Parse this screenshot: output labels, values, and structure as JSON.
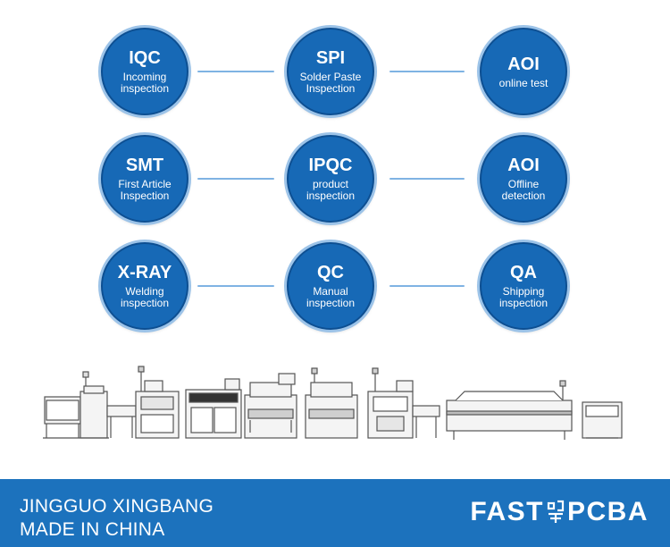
{
  "colors": {
    "circle": "#1769b6",
    "circle_border": "#0d4f92",
    "circle_ring": "#9cc3e8",
    "connector": "#7fb3e3",
    "footer": "#1c72bd",
    "machine_stroke": "#555555",
    "machine_fill": "#f4f4f4"
  },
  "steps": [
    {
      "code": "IQC",
      "line1": "Incoming",
      "line2": "inspection"
    },
    {
      "code": "SPI",
      "line1": "Solder Paste",
      "line2": "Inspection"
    },
    {
      "code": "AOI",
      "line1": "online test",
      "line2": ""
    },
    {
      "code": "SMT",
      "line1": "First Article",
      "line2": "Inspection"
    },
    {
      "code": "IPQC",
      "line1": "product",
      "line2": "inspection"
    },
    {
      "code": "AOI",
      "line1": "Offline",
      "line2": "detection"
    },
    {
      "code": "X-RAY",
      "line1": "Welding",
      "line2": "inspection"
    },
    {
      "code": "QC",
      "line1": "Manual",
      "line2": "inspection"
    },
    {
      "code": "QA",
      "line1": "Shipping",
      "line2": "inspection"
    }
  ],
  "footer": {
    "line1": "JINGGUO XINGBANG",
    "line2": "MADE IN CHINA",
    "logo_left": "FAST",
    "logo_right": "PCBA",
    "logo_mark": "fast-pcba-logo-mark"
  },
  "machines": {
    "icon": "smt-production-line-icon"
  }
}
